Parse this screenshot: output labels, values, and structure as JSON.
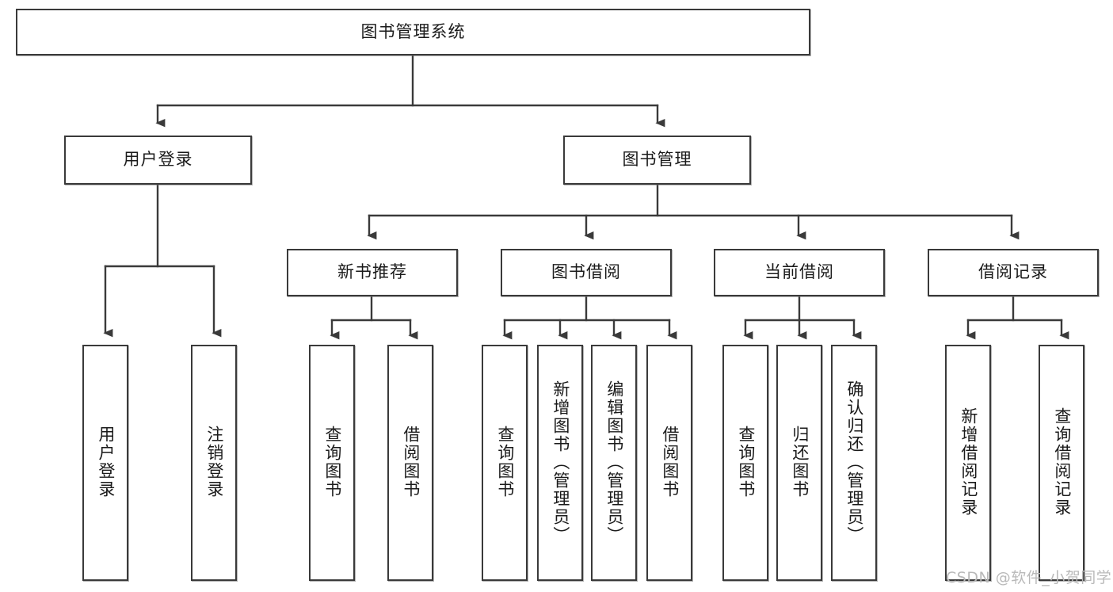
{
  "diagram": {
    "title": "图书管理系统",
    "type": "tree",
    "orientation": "top-down",
    "stroke_color": "#3a3a3a",
    "fill_color": "#ffffff",
    "text_color": "#1a1a1a"
  },
  "root": {
    "label": "图书管理系统"
  },
  "level2": [
    {
      "label": "用户登录"
    },
    {
      "label": "图书管理"
    }
  ],
  "level3": [
    {
      "label": "新书推荐"
    },
    {
      "label": "图书借阅"
    },
    {
      "label": "当前借阅"
    },
    {
      "label": "借阅记录"
    }
  ],
  "leaves": {
    "user_login": [
      {
        "label": "用户登录"
      },
      {
        "label": "注销登录"
      }
    ],
    "new_book_recommend": [
      {
        "label": "查询图书"
      },
      {
        "label": "借阅图书"
      }
    ],
    "book_borrow": [
      {
        "label": "查询图书"
      },
      {
        "label": "新增图书（管理员）"
      },
      {
        "label": "编辑图书（管理员）"
      },
      {
        "label": "借阅图书"
      }
    ],
    "current_borrow": [
      {
        "label": "查询图书"
      },
      {
        "label": "归还图书"
      },
      {
        "label": "确认归还（管理员）"
      }
    ],
    "borrow_record": [
      {
        "label": "新增借阅记录"
      },
      {
        "label": "查询借阅记录"
      }
    ]
  },
  "watermark": {
    "text": "CSDN @软件_小贺同学"
  }
}
